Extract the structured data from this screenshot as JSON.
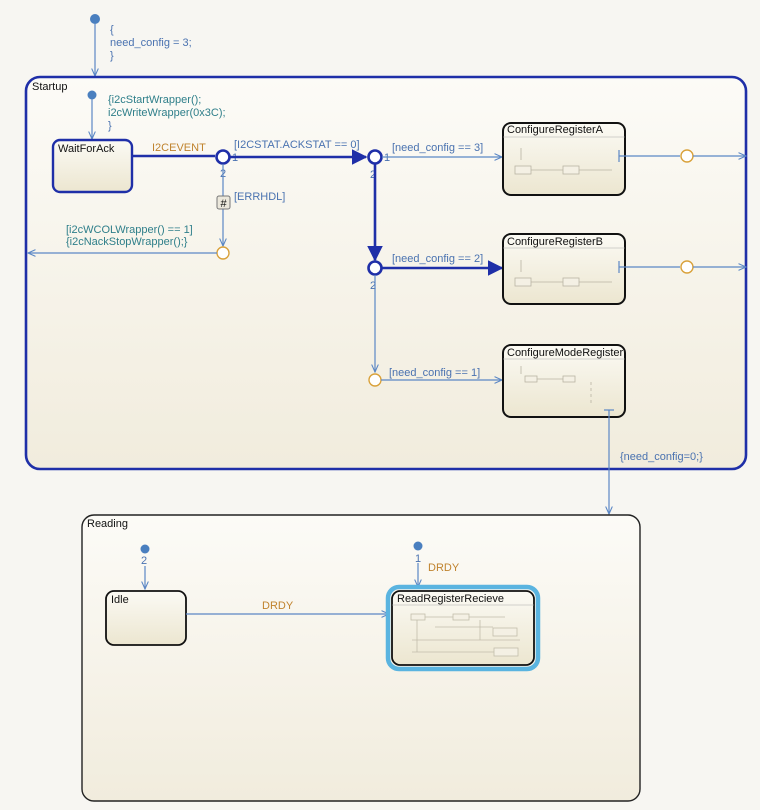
{
  "chart_init": {
    "open": "{",
    "assign": "need_config = 3;",
    "close": "}"
  },
  "startup": {
    "title": "Startup",
    "init_action_line1": "{i2cStartWrapper();",
    "init_action_line2": "i2cWriteWrapper(0x3C);",
    "init_action_close": "}",
    "wait_state": "WaitForAck",
    "event_i2c": "I2CEVENT",
    "guard_ackstat": "[I2CSTAT.ACKSTAT == 0]",
    "errhdl": "[ERRHDL]",
    "history_glyph": "#",
    "wcol_line1": "[i2cWCOLWrapper() == 1]",
    "wcol_line2": "{i2cNackStopWrapper();}",
    "guard_cfg3": "[need_config == 3]",
    "guard_cfg2": "[need_config == 2]",
    "guard_cfg1": "[need_config == 1]",
    "state_reg_a": "ConfigureRegisterA",
    "state_reg_b": "ConfigureRegisterB",
    "state_mode": "ConfigureModeRegister",
    "exit_action": "{need_config=0;}",
    "prio": {
      "j1_right": "1",
      "j1_down": "2",
      "j2_right": "1",
      "j2_down": "2",
      "j3_down": "2"
    }
  },
  "reading": {
    "title": "Reading",
    "idle_state": "Idle",
    "read_state": "ReadRegisterRecieve",
    "event_drdy": "DRDY",
    "event_drdy2": "DRDY",
    "prio_idle": "2",
    "prio_read": "1"
  },
  "colors": {
    "transition": "#5b87c5",
    "selected": "#1f2fa8",
    "junction_orange": "#d9a13a",
    "highlight": "#5ab4e0",
    "state_fill": "#f1ecdd"
  }
}
